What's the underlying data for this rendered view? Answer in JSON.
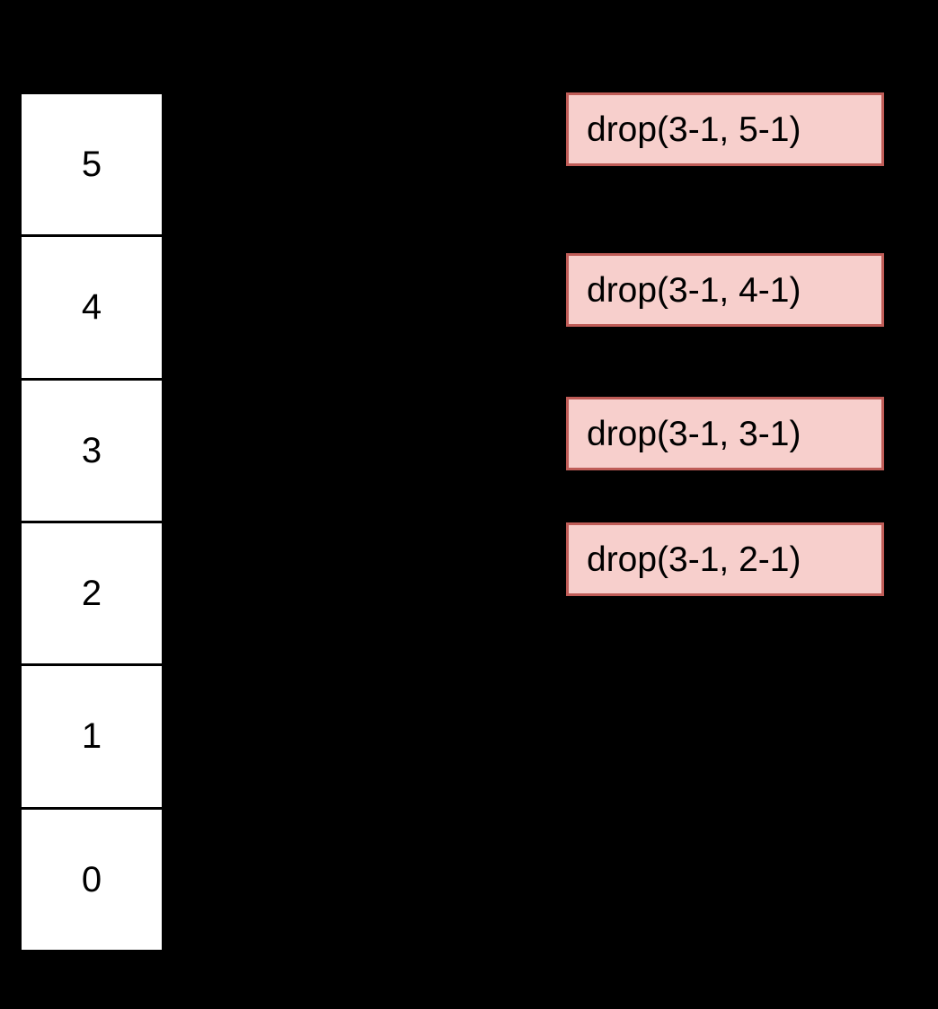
{
  "figure": {
    "background_color": "#000000",
    "kind": "recursion-stack-diagram"
  },
  "stack": {
    "name": "call-stack-column",
    "cell_fill": "#ffffff",
    "cell_border": "#000000",
    "cells": [
      {
        "label": "5"
      },
      {
        "label": "4"
      },
      {
        "label": "3"
      },
      {
        "label": "2"
      },
      {
        "label": "1"
      },
      {
        "label": "0"
      }
    ]
  },
  "calls": {
    "name": "drop-call-list",
    "box_fill": "#f7cfcc",
    "box_border": "#bf5c57",
    "items": [
      {
        "label": "drop(3-1, 5-1)"
      },
      {
        "label": "drop(3-1, 4-1)"
      },
      {
        "label": "drop(3-1, 3-1)"
      },
      {
        "label": "drop(3-1, 2-1)"
      }
    ]
  }
}
